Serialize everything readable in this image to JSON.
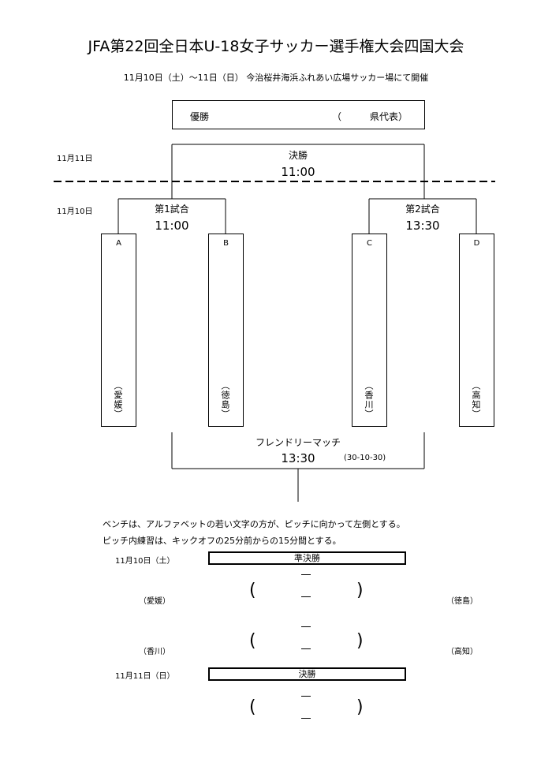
{
  "header": {
    "title": "JFA第22回全日本U-18女子サッカー選手権大会四国大会",
    "subtitle": "11月10日（土）〜11日（日） 今治桜井海浜ふれあい広場サッカー場にて開催"
  },
  "bracket": {
    "winner_label": "優勝",
    "winner_rep": "（　　　県代表）",
    "day2": "11月11日",
    "day1": "11月10日",
    "final_label": "決勝",
    "final_time": "11:00",
    "match1_label": "第1試合",
    "match1_time": "11:00",
    "match2_label": "第2試合",
    "match2_time": "13:30",
    "slots": [
      {
        "letter": "A",
        "team": "（愛媛）"
      },
      {
        "letter": "B",
        "team": "（徳島）"
      },
      {
        "letter": "C",
        "team": "（香川）"
      },
      {
        "letter": "D",
        "team": "（高知）"
      }
    ],
    "friendly_label": "フレンドリーマッチ",
    "friendly_time": "13:30",
    "friendly_format": "(30-10-30)"
  },
  "notes": [
    "ベンチは、アルファベットの若い文字の方が、ピッチに向かって左側とする。",
    "ピッチ内練習は、キックオフの25分前からの15分間とする。"
  ],
  "results": {
    "day1_date": "11月10日（土）",
    "semifinal_label": "準決勝",
    "match1": {
      "left": "（愛媛）",
      "right": "（徳島）"
    },
    "match2": {
      "left": "（香川）",
      "right": "（高知）"
    },
    "day2_date": "11月11日（日）",
    "final_label": "決勝"
  }
}
